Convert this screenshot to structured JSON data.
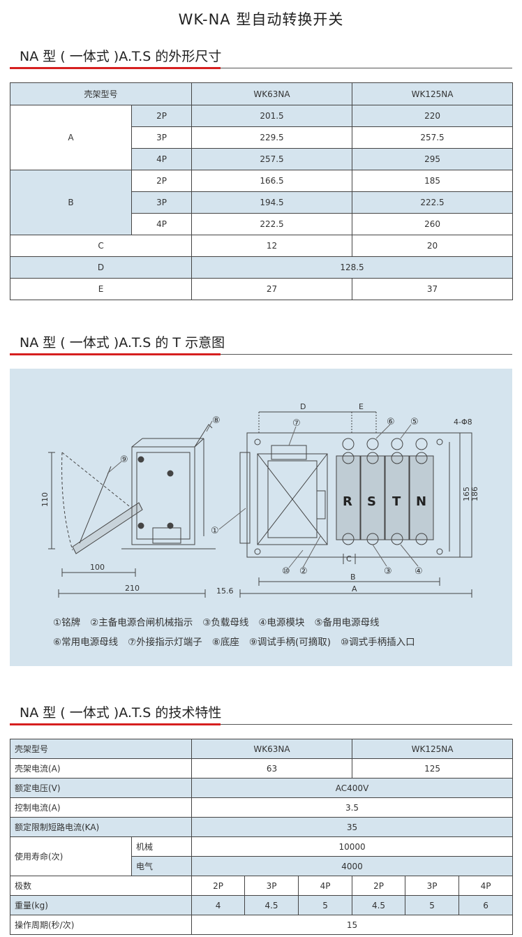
{
  "title": "WK-NA 型自动转换开关",
  "sections": {
    "dimensions": "NA 型 ( 一体式 )A.T.S 的外形尺寸",
    "diagram": "NA 型 ( 一体式 )A.T.S 的 T 示意图",
    "specs": "NA 型 ( 一体式 )A.T.S 的技术特性"
  },
  "dim_table": {
    "header": "壳架型号",
    "models": [
      "WK63NA",
      "WK125NA"
    ],
    "A": {
      "label": "A",
      "rows": [
        {
          "pole": "2P",
          "v1": "201.5",
          "v2": "220"
        },
        {
          "pole": "3P",
          "v1": "229.5",
          "v2": "257.5"
        },
        {
          "pole": "4P",
          "v1": "257.5",
          "v2": "295"
        }
      ]
    },
    "B": {
      "label": "B",
      "rows": [
        {
          "pole": "2P",
          "v1": "166.5",
          "v2": "185"
        },
        {
          "pole": "3P",
          "v1": "194.5",
          "v2": "222.5"
        },
        {
          "pole": "4P",
          "v1": "222.5",
          "v2": "260"
        }
      ]
    },
    "C": {
      "label": "C",
      "v1": "12",
      "v2": "20"
    },
    "D": {
      "label": "D",
      "v": "128.5"
    },
    "E": {
      "label": "E",
      "v1": "27",
      "v2": "37"
    }
  },
  "diagram": {
    "dims": {
      "d110": "110",
      "d100": "100",
      "d210": "210",
      "d15_6": "15.6",
      "d165": "165",
      "d186": "186",
      "hole": "4-Φ8",
      "A": "A",
      "B": "B",
      "C": "C",
      "D": "D",
      "E": "E"
    },
    "poles": [
      "R",
      "S",
      "T",
      "N"
    ],
    "callouts": {
      "c1": "①",
      "c2": "②",
      "c3": "③",
      "c4": "④",
      "c5": "⑤",
      "c6": "⑥",
      "c7": "⑦",
      "c8": "⑧",
      "c9": "⑨",
      "c10": "⑩"
    },
    "legend_row1": [
      "①铭牌",
      "②主备电源合闸机械指示",
      "③负载母线",
      "④电源模块",
      "⑤备用电源母线"
    ],
    "legend_row2": [
      "⑥常用电源母线",
      "⑦外接指示灯端子",
      "⑧底座",
      "⑨调试手柄(可摘取)",
      "⑩调式手柄插入口"
    ]
  },
  "spec_table": {
    "header": "壳架型号",
    "models": [
      "WK63NA",
      "WK125NA"
    ],
    "current_label": "壳架电流(A)",
    "current_1": "63",
    "current_2": "125",
    "voltage_label": "额定电压(V)",
    "voltage": "AC400V",
    "control_label": "控制电流(A)",
    "control": "3.5",
    "short_label": "额定限制短路电流(KA)",
    "short": "35",
    "life_label": "使用寿命(次)",
    "life_mech_label": "机械",
    "life_mech": "10000",
    "life_elec_label": "电气",
    "life_elec": "4000",
    "poles_label": "极数",
    "poles": [
      "2P",
      "3P",
      "4P",
      "2P",
      "3P",
      "4P"
    ],
    "weight_label": "重量(kg)",
    "weights": [
      "4",
      "4.5",
      "5",
      "4.5",
      "5",
      "6"
    ],
    "cycle_label": "操作周期(秒/次)",
    "cycle": "15"
  }
}
